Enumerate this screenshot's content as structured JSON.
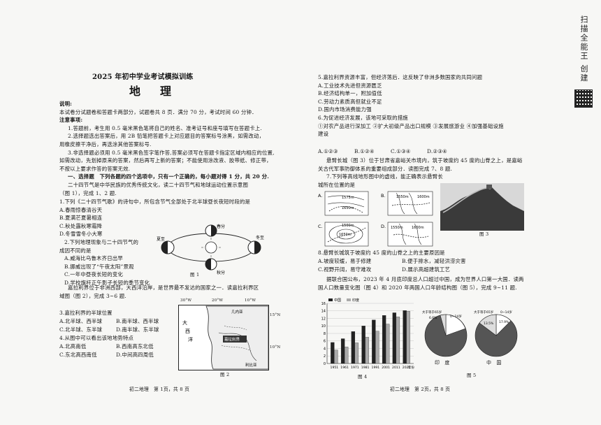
{
  "side": {
    "vertical_text": "扫描全能王 创建"
  },
  "page1": {
    "title": "2025 年初中学业考试模拟训练",
    "subject": "地　理",
    "notes_heading": "说明:",
    "notes": [
      "本试卷分试题卷和答题卡两部分，试题卷共 8 页．满分 70 分，考试时间 60 分钟．",
      "注意事项:",
      "1.答题前，考生用 0.5 毫米黑色笔将自己的姓名、准考证号和座号填写在答题卡上.",
      "2.选择题选出答案后，用 2B 铅笔把答题卡上对应题目的答案标号涂黑，如需改动，",
      "用橡皮擦干净后，再选涂其他答案标号.",
      "3.非选择题必须用 0.5 毫米黑色签字笔作答,答案必须写在答题卡指定区域内相应的位置,",
      "如需改动，先划掉原来的答案，然后再写上新的答案；不能使用涂改液、胶带纸、修正带，",
      "不按以上要求作答的答案无效."
    ],
    "section1": "一、选择题　下列各题的四个选项中，只有一个正确的，每小题对得 1 分，共 20 分.",
    "intro12": [
      "二十四节气是中华民族的优秀传统文化，读二十四节气和地球运动位置示意图",
      "（图 1），完成 1、2 题."
    ],
    "q1": [
      "1.下列《二十四节气歌》的诗句中，所包含节气全部处于北半球昼长夜短时段的是",
      "A.春雨惊春清谷天",
      "B.夏满芒夏暑相连",
      "C.秋处露秋寒霜降",
      "D.冬雪雪冬小大寒"
    ],
    "q2": [
      "2.下列地理现象与二十四节气的",
      "成因不同的是",
      "A.威海比乌鲁木齐日出早",
      "B.挪威出现了“午夜太阳”景观",
      "C.一年中昼夜长短的变化",
      "D.学校旗杆正午影子长短的季节变化"
    ],
    "intro36": [
      "嘉拉利界位于非洲西部，大西洋沿岸，是世界最不发达的国家之一．读嘉拉利界区",
      "域图（图 2），完成 3~6 题."
    ],
    "q3": [
      "3.嘉拉利界的半球位置",
      "A.北半球、西半球",
      "B.南半球、西半球",
      "C.北半球、东半球",
      "D.南半球、东半球"
    ],
    "q4": [
      "4.从图中可以看出该地地势特点",
      "A.北高南低",
      "B.西南高东北低",
      "C.东北高西南低",
      "D.中间高四周低"
    ],
    "fig1": {
      "caption": "图 1",
      "labels": [
        "夏至",
        "春分",
        "冬至",
        "秋分"
      ]
    },
    "fig2": {
      "caption": "图 2",
      "labels": [
        "大",
        "西",
        "洋",
        "嘉拉利界",
        "几内亚",
        "利比亚",
        "30°W",
        "20°W",
        "10°W",
        "15°N",
        "10°N"
      ]
    },
    "footer": "初二地理　第 1页，共 8 页"
  },
  "page2": {
    "q5": [
      "5.嘉拉利界资源丰富，但经济落后．这反映了非洲多数国家的共同问题",
      "A.工业技术先进但资源匮乏",
      "B.经济结构单一，附加值低",
      "C.劳动力素质高但就业不足",
      "D.国内市场消费能力强"
    ],
    "q6": [
      "6.为促进经济发展，该地可采取的措施",
      "①对农产品进行深加工 ②扩大初级产品出口规模 ③发展旅游业 ④加强基础设施",
      "建设"
    ],
    "q6_options": [
      "A.①②③",
      "B.①②④",
      "C.①③④",
      "D.②③④"
    ],
    "intro78": [
      "悬臂长城（图 3）位于甘肃省嘉峪关市境内，筑于坡度约 45 度的山脊之上，是嘉峪",
      "关古代军事防御体系的重要组成部分．读图完成 7、8 题."
    ],
    "q7": [
      "7.下列等高线地形图中的虚线，能正确表示悬臂长",
      "城所在位置的是"
    ],
    "contours": {
      "A": [
        "1575m",
        "1650m"
      ],
      "B": [
        "1550m",
        "1600m"
      ],
      "C": [
        "1500m",
        "1650m"
      ],
      "D": [
        "1550m",
        "1600m"
      ]
    },
    "fig3": {
      "caption": "图 3"
    },
    "q8": [
      "8.悬臂长城筑于坡度约 45 度的山脊之上的主要原因是",
      "A.坡度较缓，易于修建",
      "B.便于排水，减轻洪涝灾害",
      "C.视野开阔，易守难攻",
      "D.展示高超建筑工艺"
    ],
    "intro911": [
      "据联合国公布，2023 年 4 月底印度总人口超过中国，成为世界人口第一大国．读两",
      "国人口数量变化图（图 4）和 2020 年两国人口年龄结构图（图 5），完成 9~11 题."
    ],
    "fig4": {
      "caption": "图 4",
      "legend": [
        "中国",
        "印度"
      ],
      "y_ticks": [
        "16",
        "14",
        "12",
        "10",
        "8",
        "6",
        "4",
        "2",
        "0"
      ],
      "x_ticks": [
        "1951",
        "1961",
        "1971",
        "1981",
        "1991",
        "2001",
        "2011",
        "2021"
      ],
      "x_unit": "年份"
    },
    "fig5": {
      "caption": "图 5",
      "pies": [
        {
          "name": "印　度",
          "labels": [
            "0~14岁",
            "大于等于65岁",
            "6.6%"
          ]
        },
        {
          "name": "中　国",
          "labels": [
            "0~14岁",
            "大于等于65岁",
            "13.5%",
            "17.9%"
          ]
        }
      ]
    },
    "footer": "初二地理　第 2页，共 8 页"
  },
  "chart_data": {
    "type": "bar",
    "categories": [
      "1951",
      "1961",
      "1971",
      "1981",
      "1991",
      "2001",
      "2011",
      "2021"
    ],
    "series": [
      {
        "name": "中国",
        "values": [
          5.6,
          6.6,
          8.5,
          10.0,
          11.6,
          12.8,
          13.5,
          14.1
        ]
      },
      {
        "name": "印度",
        "values": [
          3.6,
          4.4,
          5.5,
          7.0,
          8.6,
          10.5,
          12.4,
          13.9
        ]
      }
    ],
    "ylim": [
      0,
      16
    ],
    "xlabel": "年份",
    "ylabel": "",
    "grid": true,
    "legend": "top-left",
    "colors": {
      "中国": "#222222",
      "印度": "#aaaaaa"
    }
  }
}
